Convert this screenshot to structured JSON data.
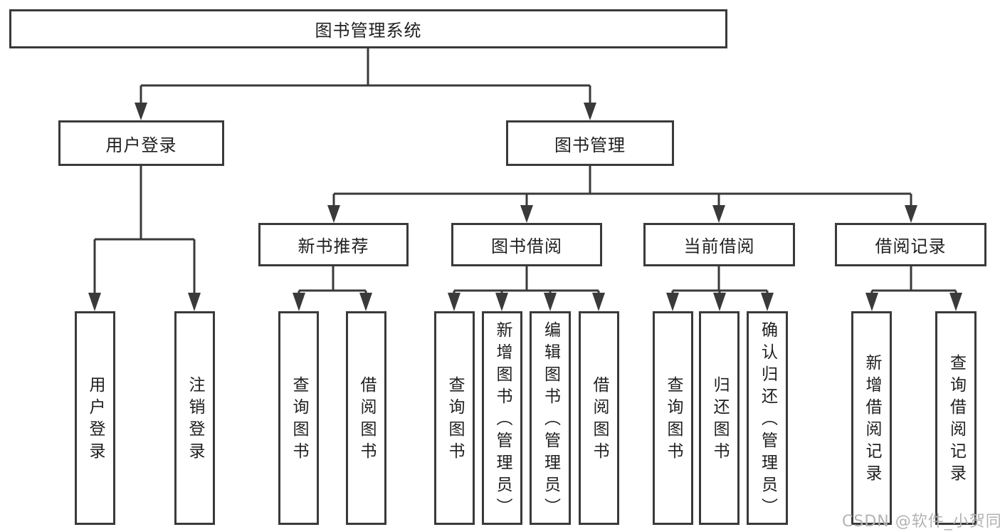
{
  "diagram": {
    "title": "图书管理系统",
    "root": {
      "label": "图书管理系统"
    },
    "level2": [
      {
        "label": "用户登录",
        "parent": "图书管理系统"
      },
      {
        "label": "图书管理",
        "parent": "图书管理系统"
      }
    ],
    "level3": [
      {
        "label": "新书推荐",
        "parent": "图书管理"
      },
      {
        "label": "图书借阅",
        "parent": "图书管理"
      },
      {
        "label": "当前借阅",
        "parent": "图书管理"
      },
      {
        "label": "借阅记录",
        "parent": "图书管理"
      }
    ],
    "leaves": [
      {
        "label": "用户登录",
        "parent": "用户登录"
      },
      {
        "label": "注销登录",
        "parent": "用户登录"
      },
      {
        "label": "查询图书",
        "parent": "新书推荐"
      },
      {
        "label": "借阅图书",
        "parent": "新书推荐"
      },
      {
        "label": "查询图书",
        "parent": "图书借阅"
      },
      {
        "label": "新增图书（管理员）",
        "parent": "图书借阅"
      },
      {
        "label": "编辑图书（管理员）",
        "parent": "图书借阅"
      },
      {
        "label": "借阅图书",
        "parent": "图书借阅"
      },
      {
        "label": "查询图书",
        "parent": "当前借阅"
      },
      {
        "label": "归还图书",
        "parent": "当前借阅"
      },
      {
        "label": "确认归还（管理员）",
        "parent": "当前借阅"
      },
      {
        "label": "新增借阅记录",
        "parent": "借阅记录"
      },
      {
        "label": "查询借阅记录",
        "parent": "借阅记录"
      }
    ]
  },
  "watermark": "CSDN @软件_小贺同学",
  "colors": {
    "line": "#3a3a3a",
    "text": "#1f1f1f",
    "watermark": "#b3b3b3",
    "background": "#ffffff"
  }
}
